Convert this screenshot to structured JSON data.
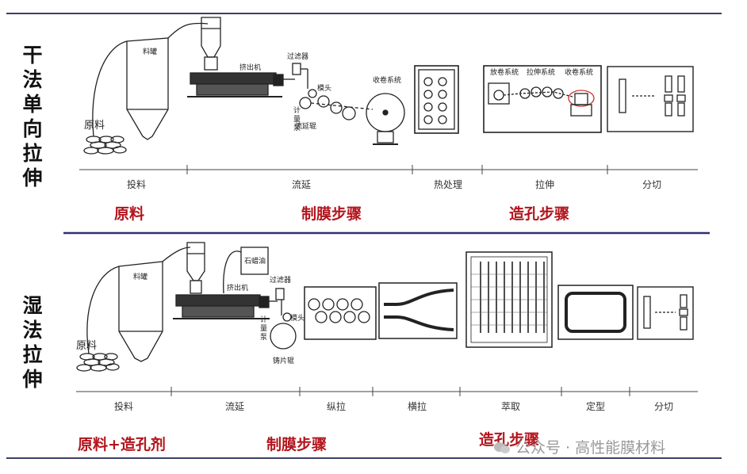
{
  "dry": {
    "side_label": [
      "干",
      "法",
      "单",
      "向",
      "拉",
      "伸"
    ],
    "stages": [
      "投料",
      "流延",
      "热处理",
      "拉伸",
      "分切"
    ],
    "red_labels": [
      "原料",
      "制膜步骤",
      "造孔步骤"
    ],
    "equipment": {
      "raw": "原料",
      "tank": "料罐",
      "extruder": "挤出机",
      "filter": "过滤器",
      "meter": "计量泵",
      "die": "模头",
      "cast_roll": "流延辊",
      "winder": "收卷系统",
      "unwind": "放卷系统",
      "stretch": "拉伸系统",
      "rewind": "收卷系统"
    }
  },
  "wet": {
    "side_label": [
      "湿",
      "法",
      "拉",
      "伸"
    ],
    "stages": [
      "投料",
      "流延",
      "纵拉",
      "横拉",
      "萃取",
      "定型",
      "分切"
    ],
    "red_labels": [
      "原料+造孔剂",
      "制膜步骤",
      "造孔步骤"
    ],
    "equipment": {
      "raw": "原料",
      "tank": "料罐",
      "oil": "石蜡油",
      "extruder": "挤出机",
      "filter": "过滤器",
      "meter": "计量泵",
      "die": "模头",
      "cast_roll": "铸片辊"
    }
  },
  "watermark": "公众号 · 高性能膜材料",
  "colors": {
    "rule": "#3a3f66",
    "accent": "#b3141c"
  }
}
